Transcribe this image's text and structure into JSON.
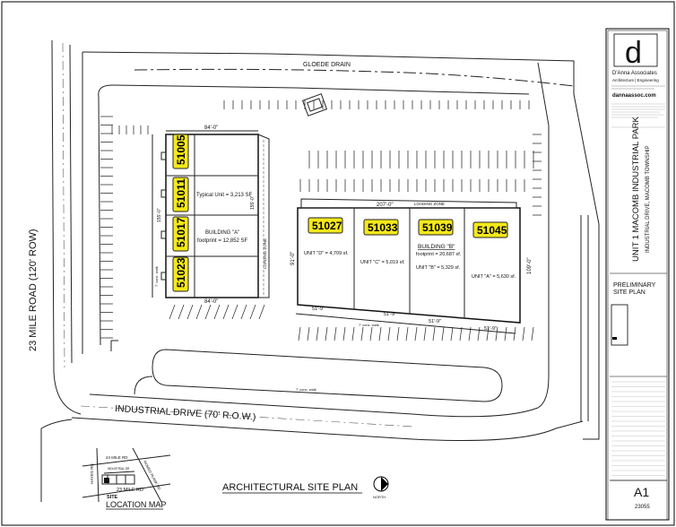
{
  "roads": {
    "twenty_three_mile": "23 MILE ROAD (120' ROW)",
    "industrial_drive": "INDUSTRIAL DRIVE (70' R.O.W.)",
    "drain": "GLOEDE DRAIN"
  },
  "building_a": {
    "units": [
      "51005",
      "51011",
      "51017",
      "51023"
    ],
    "typical_unit": "Typical Unit = 3,213 SF",
    "name": "BUILDING \"A\"",
    "footprint": "footprint = 12,852 SF",
    "width_dim": "84'-0\"",
    "width_dim_bottom": "84'-0\"",
    "depth_dim": "155'-0\"",
    "loading": "LOADING ZONE"
  },
  "building_b": {
    "units": [
      "51027",
      "51033",
      "51039",
      "51045"
    ],
    "name": "BUILDING \"B\"",
    "footprint": "footprint = 20,687 sf.",
    "unit_d": "UNIT \"D\" = 4,709 sf.",
    "unit_c": "UNIT \"C\" = 5,019 sf.",
    "unit_b": "UNIT \"B\" = 5,329 sf.",
    "unit_a": "UNIT \"A\" = 5,630 sf.",
    "width_dim": "207'-0\"",
    "left_depth": "91'-0\"",
    "right_depth": "109'-0\"",
    "bay_dims": [
      "51'-9\"",
      "51'-9\"",
      "51'-9\"",
      "51'-9\""
    ],
    "loading": "LOADING ZONE"
  },
  "walk_labels": [
    "7' conc. walk",
    "7' conc. walk",
    "7' conc. walk"
  ],
  "title_block": {
    "firm": "D'Anna Associates",
    "firm_sub": "Architecture | Engineering",
    "website": "dannaassoc.com",
    "project": "UNIT 1 MACOMB INDUSTRIAL PARK",
    "location": "INDUSTRIAL DRIVE, MACOMB TOWNSHIP",
    "phase_line1": "PRELIMINARY",
    "phase_line2": "SITE PLAN",
    "sheet": "A1",
    "job_no": "23055"
  },
  "location_map": {
    "title": "LOCATION MAP",
    "roads": [
      "24 MILE RD",
      "23 MILE RD",
      "HAYES RD",
      "ROMEO PLANK RD",
      "INDUSTRIAL DR"
    ],
    "site": "SITE"
  },
  "drawing_title": "ARCHITECTURAL SITE PLAN",
  "north": "NORTH"
}
